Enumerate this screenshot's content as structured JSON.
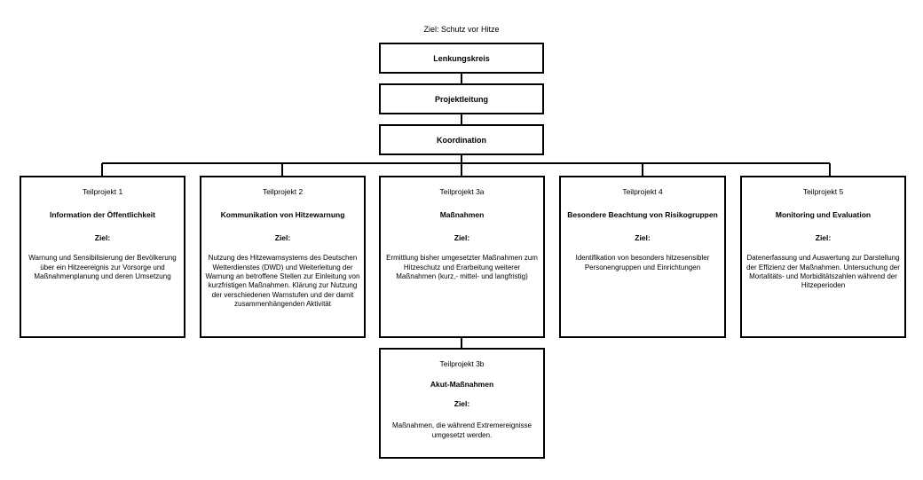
{
  "goal": "Ziel: Schutz vor Hitze",
  "hierarchy": [
    {
      "label": "Lenkungskreis"
    },
    {
      "label": "Projektleitung"
    },
    {
      "label": "Koordination"
    }
  ],
  "projects": [
    {
      "number": "Teilprojekt 1",
      "title": "Information der Öffentlichkeit",
      "goal_label": "Ziel:",
      "description": "Warnung und Sensibilisierung der Bevölkerung über ein Hitzeereignis zur Vorsorge und Maßnahmenplanung und deren Umsetzung"
    },
    {
      "number": "Teilprojekt 2",
      "title": "Kommunikation von Hitzewarnung",
      "goal_label": "Ziel:",
      "description": "Nutzung des Hitzewarnsystems des Deutschen Wetterdienstes (DWD) und Weiterleitung der Warnung an betroffene Stellen zur Einleitung von kurzfristigen Maßnahmen. Klärung zur Nutzung der verschiedenen Warnstufen und der damit zusammenhängenden Aktivität"
    },
    {
      "number": "Teilprojekt 3a",
      "title": "Maßnahmen",
      "goal_label": "Ziel:",
      "description": "Ermittlung bisher umgesetzter Maßnahmen zum Hitzeschutz und Erarbeitung weiterer Maßnahmen (kurz,- mittel- und langfristig)"
    },
    {
      "number": "Teilprojekt 4",
      "title": "Besondere Beachtung von Risikogruppen",
      "goal_label": "Ziel:",
      "description": "Identifikation von besonders hitzesensibler Personengruppen und Einrichtungen"
    },
    {
      "number": "Teilprojekt 5",
      "title": "Monitoring und Evaluation",
      "goal_label": "Ziel:",
      "description": "Datenerfassung und Auswertung zur Darstellung der Effizienz der Maßnahmen. Untersuchung der Mortalitäts- und Morbiditätszahlen während der Hitzeperioden"
    }
  ],
  "subproject": {
    "number": "Teilprojekt 3b",
    "title": "Akut-Maßnahmen",
    "goal_label": "Ziel:",
    "description": "Maßnahmen, die während Extremereignisse umgesetzt werden."
  }
}
